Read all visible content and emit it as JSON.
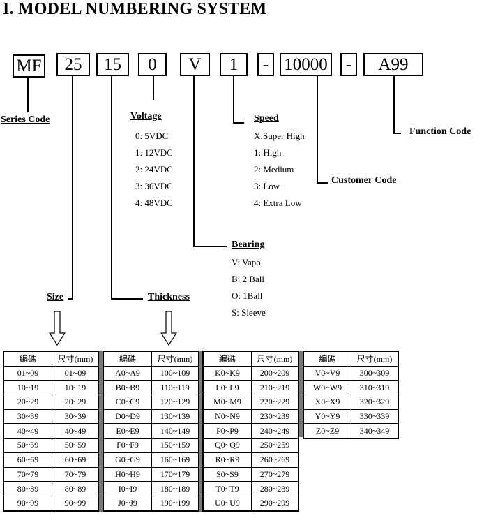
{
  "heading": "I.   MODEL NUMBERING SYSTEM",
  "code_boxes": [
    "MF",
    "25",
    "15",
    "0",
    "V",
    "1",
    "-",
    "10000",
    "-",
    "A99"
  ],
  "labels": {
    "series": "Series Code",
    "voltage": "Voltage",
    "speed": "Speed",
    "function": "Function Code",
    "customer": "Customer Code",
    "bearing": "Bearing",
    "size": "Size",
    "thickness": "Thickness"
  },
  "voltage_options": [
    "0: 5VDC",
    "1: 12VDC",
    "2: 24VDC",
    "3: 36VDC",
    "4: 48VDC"
  ],
  "speed_options": [
    "X:Super High",
    "1: High",
    "2: Medium",
    "3: Low",
    "4: Extra Low"
  ],
  "bearing_options": [
    "V: Vapo",
    "B: 2 Ball",
    "O: 1Ball",
    "S: Sleeve"
  ],
  "table": {
    "header_code": "編碼",
    "header_mm": "尺寸(mm)",
    "groups": [
      [
        [
          "01~09",
          "01~09"
        ],
        [
          "10~19",
          "10~19"
        ],
        [
          "20~29",
          "20~29"
        ],
        [
          "30~39",
          "30~39"
        ],
        [
          "40~49",
          "40~49"
        ],
        [
          "50~59",
          "50~59"
        ],
        [
          "60~69",
          "60~69"
        ],
        [
          "70~79",
          "70~79"
        ],
        [
          "80~89",
          "80~89"
        ],
        [
          "90~99",
          "90~99"
        ]
      ],
      [
        [
          "A0~A9",
          "100~109"
        ],
        [
          "B0~B9",
          "110~119"
        ],
        [
          "C0~C9",
          "120~129"
        ],
        [
          "D0~D9",
          "130~139"
        ],
        [
          "E0~E9",
          "140~149"
        ],
        [
          "F0~F9",
          "150~159"
        ],
        [
          "G0~G9",
          "160~169"
        ],
        [
          "H0~H9",
          "170~179"
        ],
        [
          "I0~I9",
          "180~189"
        ],
        [
          "J0~J9",
          "190~199"
        ]
      ],
      [
        [
          "K0~K9",
          "200~209"
        ],
        [
          "L0~L9",
          "210~219"
        ],
        [
          "M0~M9",
          "220~229"
        ],
        [
          "N0~N9",
          "230~239"
        ],
        [
          "P0~P9",
          "240~249"
        ],
        [
          "Q0~Q9",
          "250~259"
        ],
        [
          "R0~R9",
          "260~269"
        ],
        [
          "S0~S9",
          "270~279"
        ],
        [
          "T0~T9",
          "280~289"
        ],
        [
          "U0~U9",
          "290~299"
        ]
      ],
      [
        [
          "V0~V9",
          "300~309"
        ],
        [
          "W0~W9",
          "310~319"
        ],
        [
          "X0~X9",
          "320~329"
        ],
        [
          "Y0~Y9",
          "330~339"
        ],
        [
          "Z0~Z9",
          "340~349"
        ]
      ]
    ]
  }
}
